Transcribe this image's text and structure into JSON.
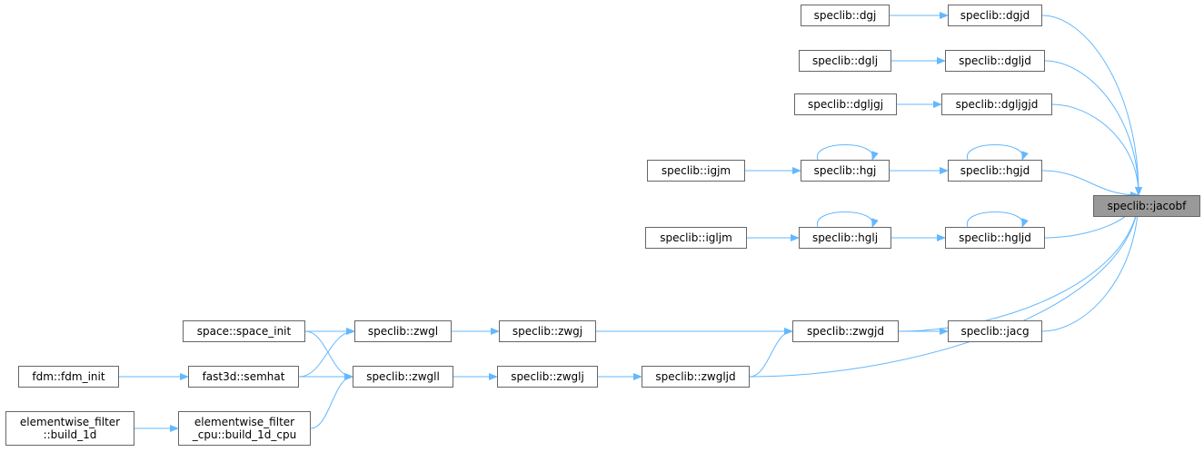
{
  "graph": {
    "nodes": {
      "jacobf": "speclib::jacobf",
      "dgjd": "speclib::dgjd",
      "dgj": "speclib::dgj",
      "dgljd": "speclib::dgljd",
      "dglj": "speclib::dglj",
      "dgljgjd": "speclib::dgljgjd",
      "dgljgj": "speclib::dgljgj",
      "hgjd": "speclib::hgjd",
      "hgj": "speclib::hgj",
      "igjm": "speclib::igjm",
      "hgljd": "speclib::hgljd",
      "hglj": "speclib::hglj",
      "igljm": "speclib::igljm",
      "zwgjd": "speclib::zwgjd",
      "jacg": "speclib::jacg",
      "zwgj": "speclib::zwgj",
      "zwgl": "speclib::zwgl",
      "space_init": "space::space_init",
      "zwgljd": "speclib::zwgljd",
      "zwglj": "speclib::zwglj",
      "zwgll": "speclib::zwgll",
      "semhat": "fast3d::semhat",
      "fdm_init": "fdm::fdm_init",
      "build_1d_cpu": "elementwise_filter\n_cpu::build_1d_cpu",
      "build_1d": "elementwise_filter\n::build_1d"
    },
    "edges": [
      [
        "dgj",
        "dgjd"
      ],
      [
        "dgjd",
        "jacobf"
      ],
      [
        "dglj",
        "dgljd"
      ],
      [
        "dgljd",
        "jacobf"
      ],
      [
        "dgljgj",
        "dgljgjd"
      ],
      [
        "dgljgjd",
        "jacobf"
      ],
      [
        "igjm",
        "hgj"
      ],
      [
        "hgj",
        "hgjd"
      ],
      [
        "hgjd",
        "jacobf"
      ],
      [
        "igljm",
        "hglj"
      ],
      [
        "hglj",
        "hgljd"
      ],
      [
        "hgljd",
        "jacobf"
      ],
      [
        "zwgjd",
        "jacobf"
      ],
      [
        "jacg",
        "jacobf"
      ],
      [
        "zwgljd",
        "jacobf"
      ],
      [
        "zwgjd",
        "jacg"
      ],
      [
        "zwgj",
        "zwgjd"
      ],
      [
        "zwgljd",
        "zwgjd"
      ],
      [
        "zwgl",
        "zwgj"
      ],
      [
        "space_init",
        "zwgl"
      ],
      [
        "semhat",
        "zwgl"
      ],
      [
        "zwglj",
        "zwgljd"
      ],
      [
        "zwgll",
        "zwglj"
      ],
      [
        "space_init",
        "zwgll"
      ],
      [
        "semhat",
        "zwgll"
      ],
      [
        "build_1d_cpu",
        "zwgll"
      ],
      [
        "fdm_init",
        "semhat"
      ],
      [
        "build_1d",
        "build_1d_cpu"
      ]
    ],
    "self_loops": [
      "hgj",
      "hgjd",
      "hglj",
      "hgljd"
    ],
    "colors": {
      "edge": "#63B8FF",
      "node_border": "#666666",
      "root_fill": "#999999"
    }
  }
}
